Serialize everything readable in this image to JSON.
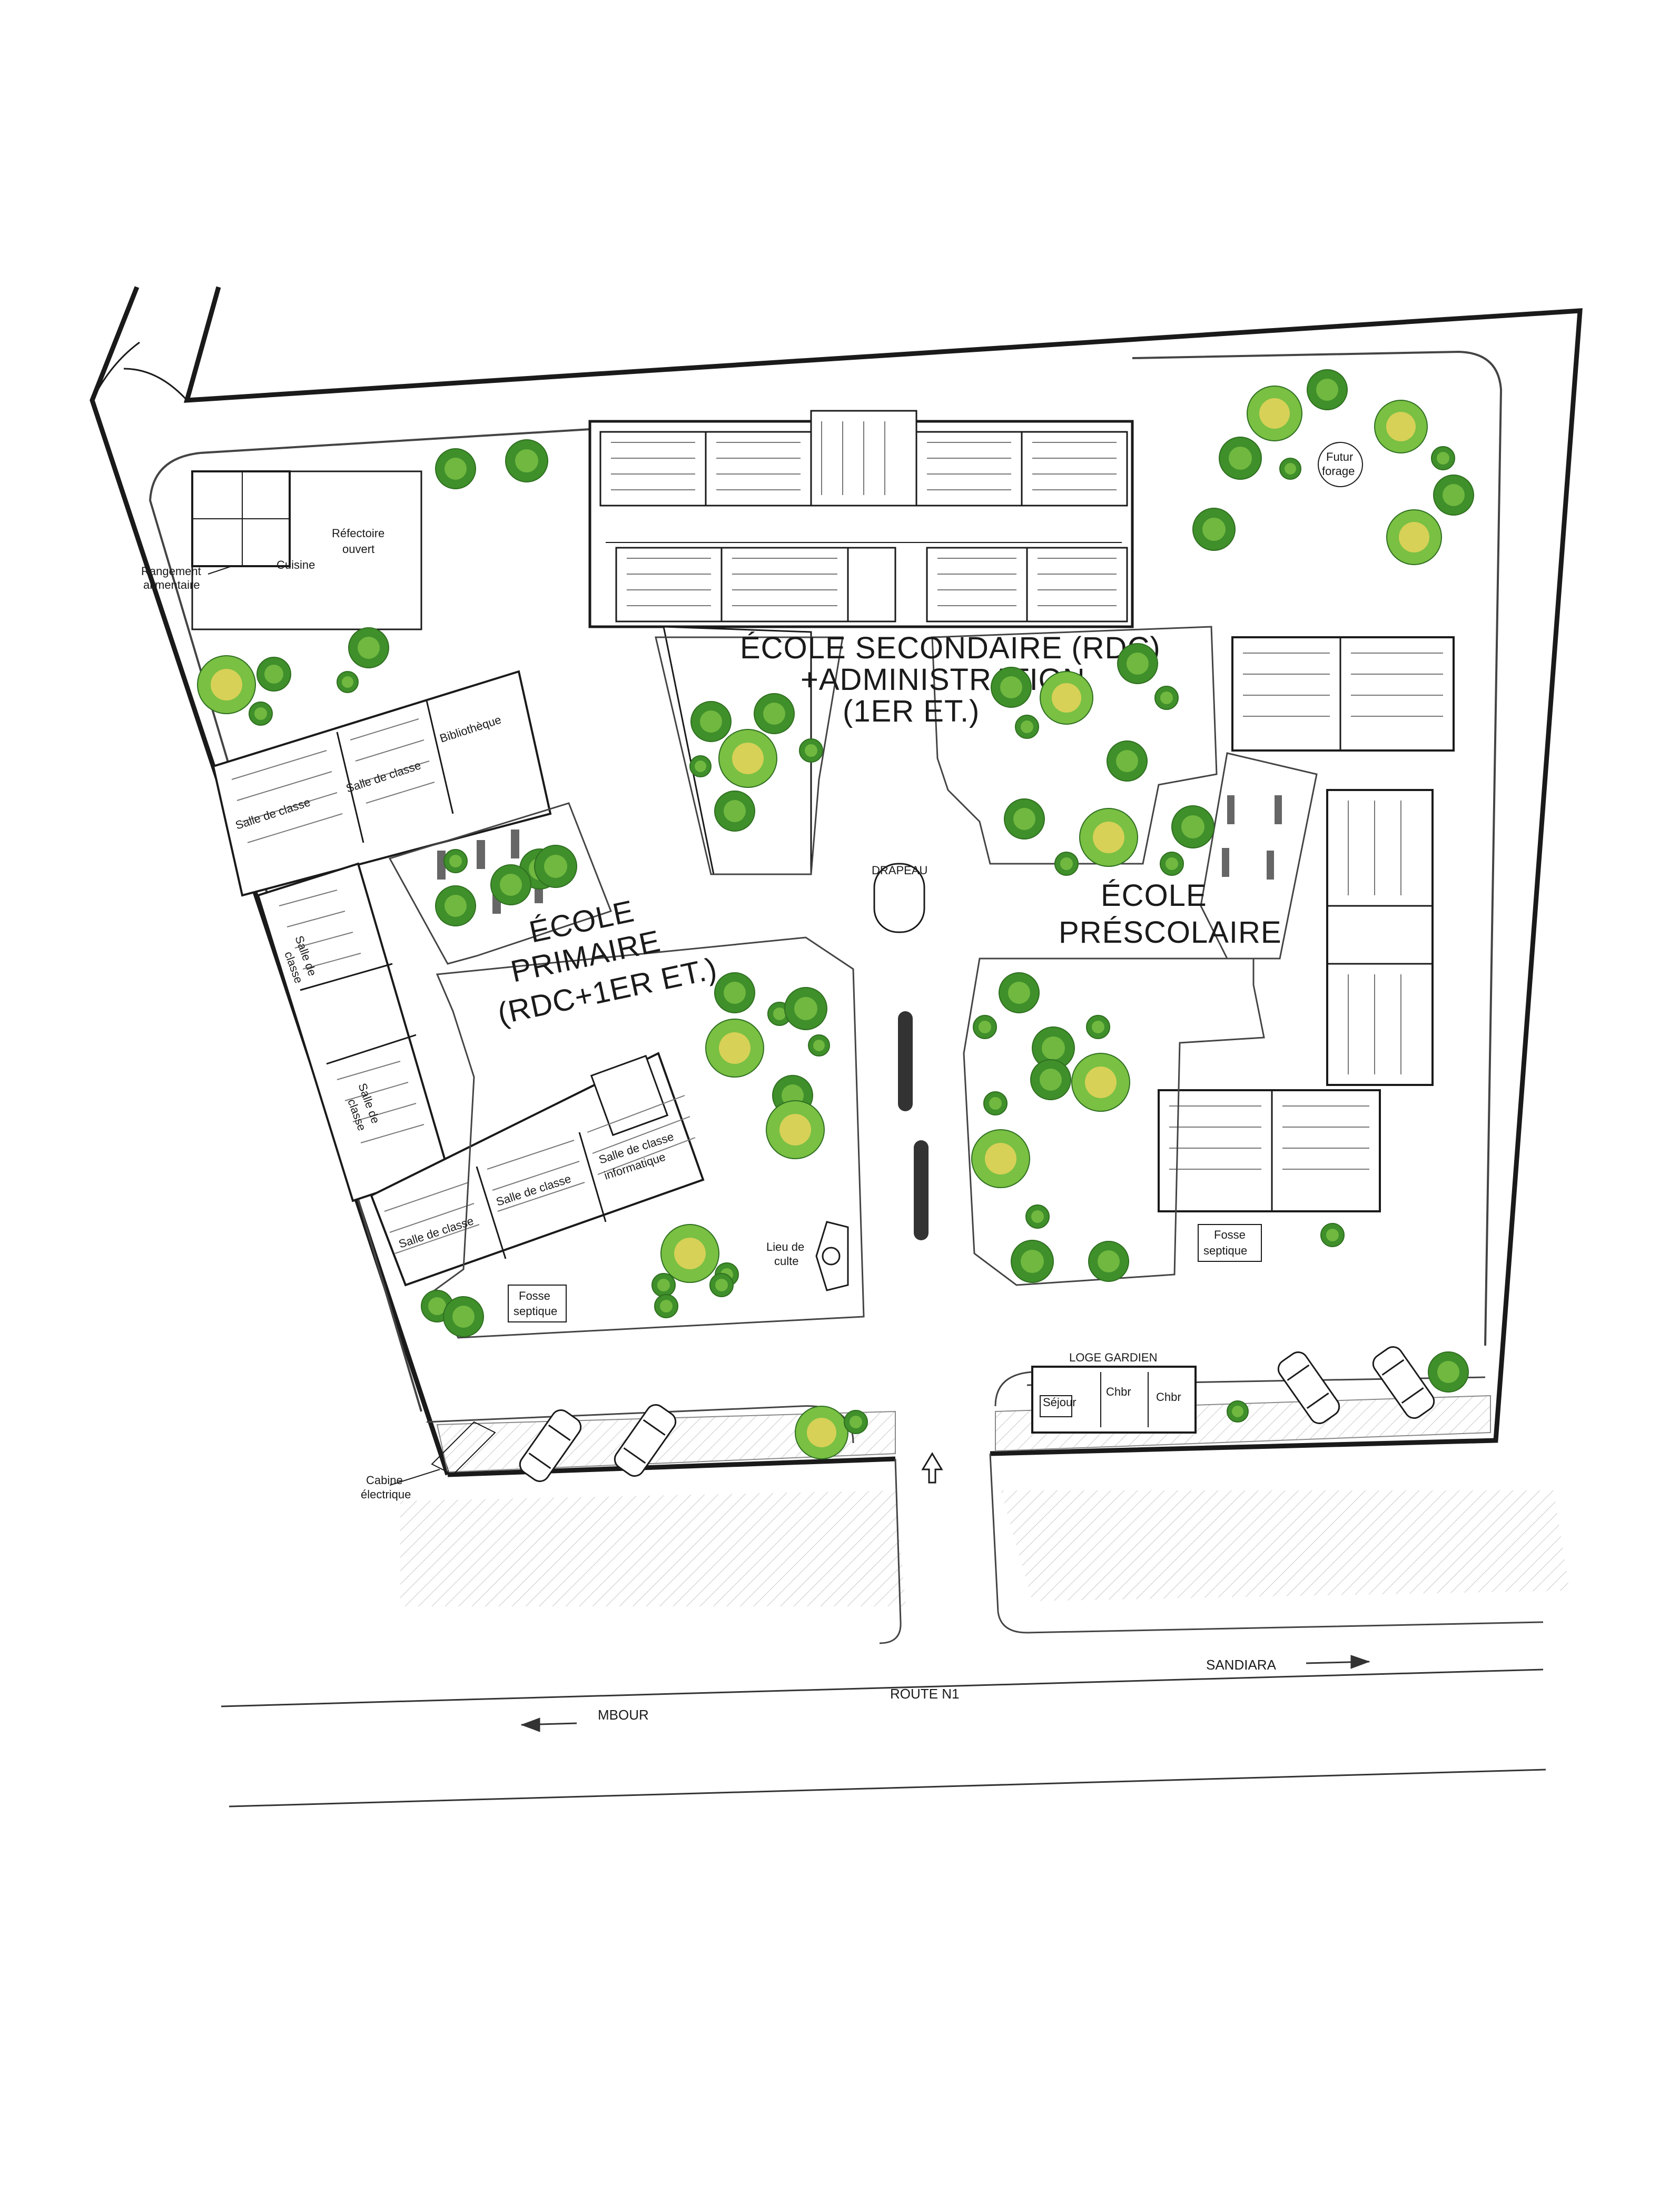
{
  "colors": {
    "line": "#1a1a1a",
    "thin": "#555555",
    "tree_dark": "#3f8f2b",
    "tree_light": "#79c043",
    "tree_core": "#e8d45a",
    "bench": "#555555",
    "hatch": "#cccccc"
  },
  "icons": [
    "tree-icon",
    "car-icon",
    "entrance-arrow-icon",
    "road-arrow-icon",
    "bench-icon"
  ],
  "labels": {
    "secondaire_1": "ÉCOLE SECONDAIRE (RDC)",
    "secondaire_2": "+ADMINISTRATION",
    "secondaire_3": "(1ER ET.)",
    "primaire_1": "ÉCOLE",
    "primaire_2": "PRIMAIRE",
    "primaire_3": "(RDC+1ER ET.)",
    "prescolaire_1": "ÉCOLE",
    "prescolaire_2": "PRÉSCOLAIRE",
    "refectoire_1": "Réfectoire",
    "refectoire_2": "ouvert",
    "rangement_1": "Rangement",
    "rangement_2": "alimentaire",
    "cuisine": "Cuisine",
    "bibliotheque": "Bibliothèque",
    "salle_de_classe": "Salle de classe",
    "salle_de": "Salle de",
    "classe": "classe",
    "salle_informatique_1": "Salle de classe",
    "salle_informatique_2": "informatique",
    "drapeau": "DRAPEAU",
    "lieu_culte_1": "Lieu de",
    "lieu_culte_2": "culte",
    "fosse_1": "Fosse",
    "fosse_2": "septique",
    "futur_1": "Futur",
    "futur_2": "forage",
    "loge": "LOGE GARDIEN",
    "sejour": "Séjour",
    "chbr": "Chbr",
    "cabine_1": "Cabine",
    "cabine_2": "électrique",
    "route": "ROUTE N1",
    "mbour": "MBOUR",
    "sandiara": "SANDIARA"
  }
}
